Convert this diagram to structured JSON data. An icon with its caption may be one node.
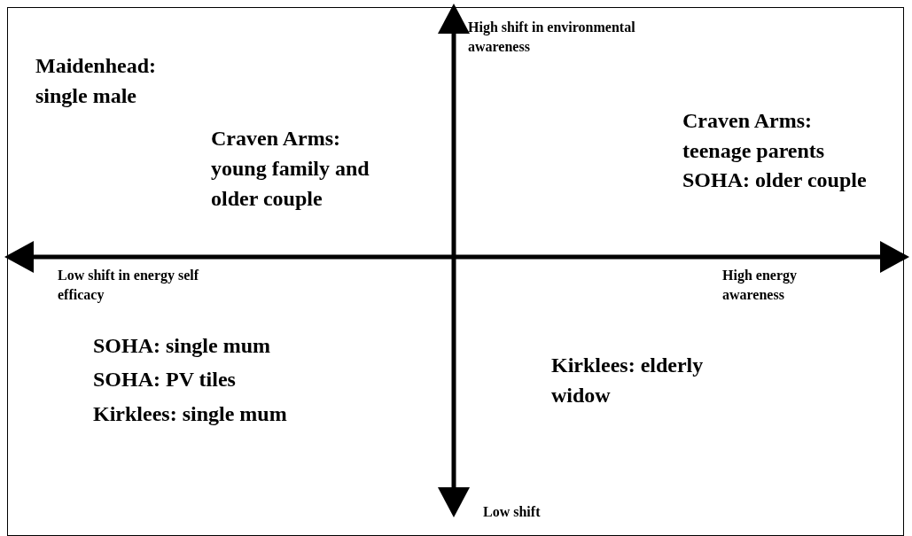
{
  "diagram": {
    "labels": [
      "High shift in environmental awareness",
      "Maidenhead: single male",
      "Craven Arms: young family and older couple",
      "Craven Arms: teenage parents",
      "SOHA: older couple",
      "Low shift in energy self efficacy",
      "High energy awareness",
      "SOHA: single mum",
      "SOHA: PV tiles",
      "Kirklees: single mum",
      "Kirklees: elderly widow",
      "Low shift"
    ]
  }
}
